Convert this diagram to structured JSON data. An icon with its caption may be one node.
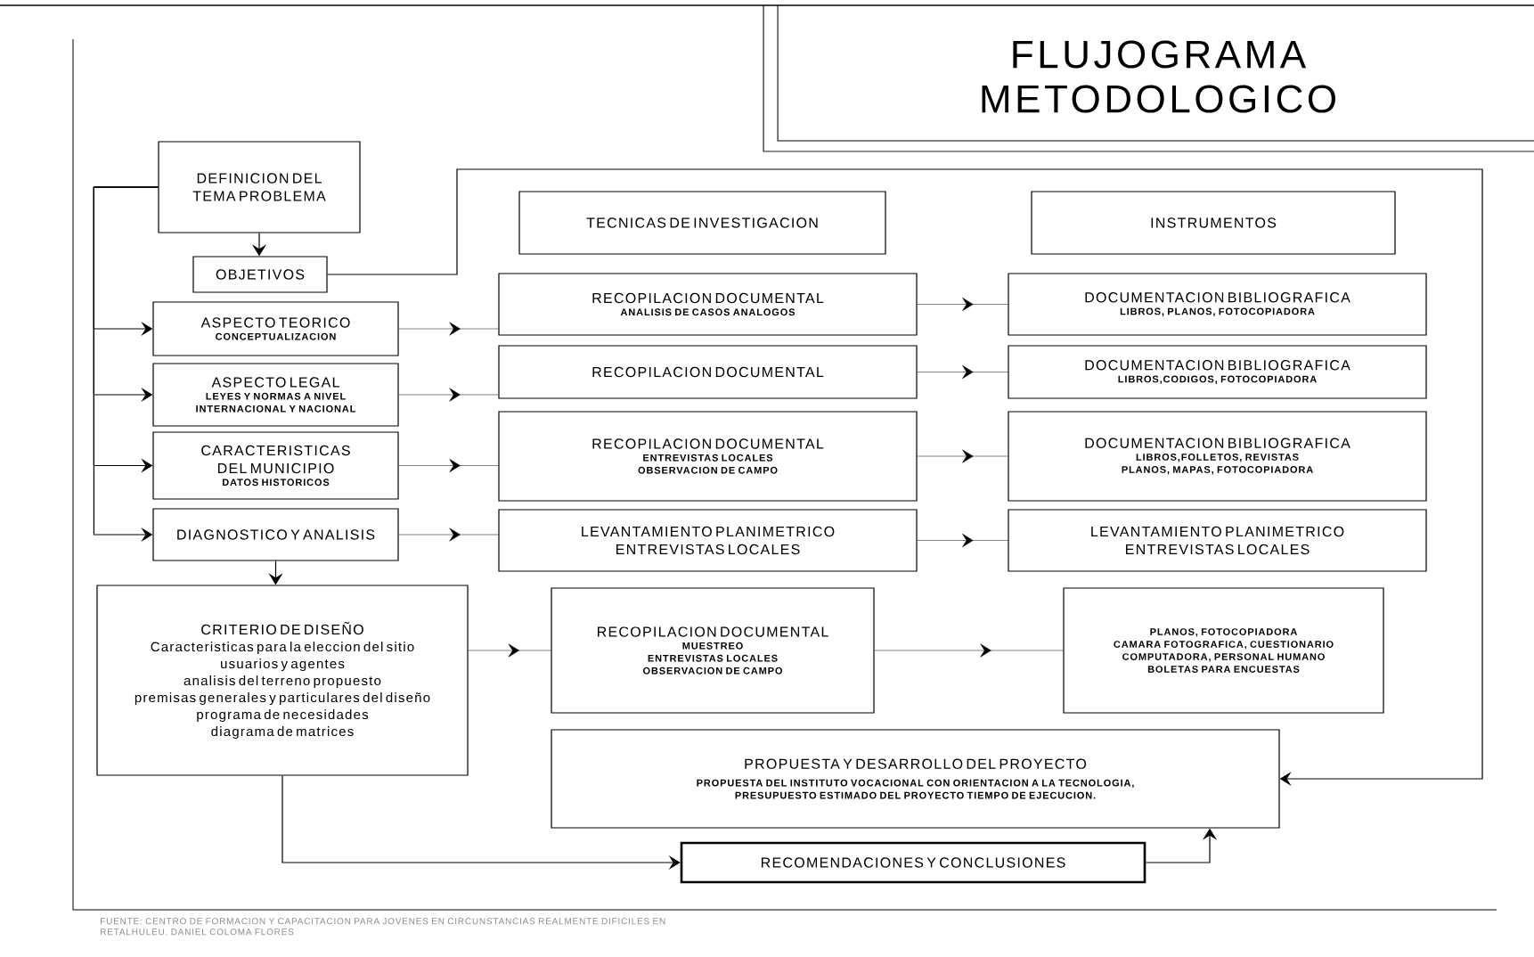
{
  "diagram": {
    "title": "FLUJOGRAMA METODOLOGICO",
    "nodes": [
      {
        "text": [
          "DEFINICION DEL TEMA PROBLEMA"
        ]
      },
      {
        "text": [
          "OBJETIVOS"
        ]
      },
      {
        "text": [
          "TECNICAS DE INVESTIGACION"
        ]
      },
      {
        "text": [
          "INSTRUMENTOS"
        ]
      },
      {
        "text": [
          "ASPECTO TEORICO",
          "CONCEPTUALIZACION"
        ]
      },
      {
        "text": [
          "RECOPILACION DOCUMENTAL",
          "ANALISIS DE CASOS ANALOGOS"
        ]
      },
      {
        "text": [
          "DOCUMENTACION BIBLIOGRAFICA",
          "LIBROS, PLANOS, FOTOCOPIADORA"
        ]
      },
      {
        "text": [
          "ASPECTO LEGAL",
          "LEYES Y NORMAS A NIVEL INTERNACIONAL Y NACIONAL"
        ]
      },
      {
        "text": [
          "RECOPILACION DOCUMENTAL"
        ]
      },
      {
        "text": [
          "DOCUMENTACION BIBLIOGRAFICA",
          "LIBROS,CODIGOS, FOTOCOPIADORA"
        ]
      },
      {
        "text": [
          "CARACTERISTICAS DEL MUNICIPIO",
          "DATOS HISTORICOS"
        ]
      },
      {
        "text": [
          "RECOPILACION DOCUMENTAL",
          "ENTREVISTAS LOCALES",
          "OBSERVACION DE CAMPO"
        ]
      },
      {
        "text": [
          "DOCUMENTACION BIBLIOGRAFICA",
          "LIBROS,FOLLETOS, REVISTAS",
          "PLANOS, MAPAS, FOTOCOPIADORA"
        ]
      },
      {
        "text": [
          "DIAGNOSTICO Y ANALISIS"
        ]
      },
      {
        "text": [
          "LEVANTAMIENTO PLANIMETRICO",
          "ENTREVISTAS LOCALES"
        ]
      },
      {
        "text": [
          "LEVANTAMIENTO PLANIMETRICO",
          "ENTREVISTAS LOCALES"
        ]
      },
      {
        "text": [
          "CRITERIO DE DISEÑO",
          "Caracteristicas para la eleccion del sitio",
          "usuarios y agentes",
          "analisis del terreno propuesto",
          "premisas generales y particulares del diseño",
          "programa de necesidades",
          "diagrama de matrices"
        ]
      },
      {
        "text": [
          "RECOPILACION DOCUMENTAL",
          "MUESTREO",
          "ENTREVISTAS LOCALES",
          "OBSERVACION DE CAMPO"
        ]
      },
      {
        "text": [
          "PLANOS, FOTOCOPIADORA",
          "CAMARA FOTOGRAFICA, CUESTIONARIO",
          "COMPUTADORA, PERSONAL HUMANO",
          "BOLETAS PARA ENCUESTAS"
        ]
      },
      {
        "text": [
          "PROPUESTA Y DESARROLLO DEL PROYECTO",
          "PROPUESTA DEL INSTITUTO VOCACIONAL CON ORIENTACION A LA TECNOLOGIA, PRESUPUESTO ESTIMADO DEL PROYECTO TIEMPO DE EJECUCION."
        ]
      },
      {
        "text": [
          "RECOMENDACIONES Y CONCLUSIONES"
        ]
      }
    ],
    "edges": [
      {
        "from": 0,
        "to": 1,
        "arrow": "to"
      },
      {
        "from": 0,
        "to": 4,
        "arrow": "to"
      },
      {
        "from": 0,
        "to": 7,
        "arrow": "to"
      },
      {
        "from": 0,
        "to": 10,
        "arrow": "to"
      },
      {
        "from": 0,
        "to": 13,
        "arrow": "to"
      },
      {
        "from": 1,
        "to": 19,
        "arrow": "to"
      },
      {
        "from": 4,
        "to": 5,
        "arrow": "to"
      },
      {
        "from": 5,
        "to": 6,
        "arrow": "to"
      },
      {
        "from": 7,
        "to": 8,
        "arrow": "to"
      },
      {
        "from": 8,
        "to": 9,
        "arrow": "to"
      },
      {
        "from": 10,
        "to": 11,
        "arrow": "to"
      },
      {
        "from": 11,
        "to": 12,
        "arrow": "to"
      },
      {
        "from": 13,
        "to": 14,
        "arrow": "to"
      },
      {
        "from": 14,
        "to": 15,
        "arrow": "to"
      },
      {
        "from": 16,
        "to": 17,
        "arrow": "to"
      },
      {
        "from": 17,
        "to": 18,
        "arrow": "to"
      },
      {
        "from": 13,
        "to": 16,
        "arrow": "to"
      },
      {
        "from": 16,
        "to": 20,
        "arrow": "to"
      },
      {
        "from": 20,
        "to": 19,
        "arrow": "to"
      }
    ],
    "labels": [
      "FUENTE: CENTRO DE FORMACION Y CAPACITACION PARA JOVENES EN CIRCUNSTANCIAS REALMENTE DIFICILES EN RETALHULEU. DANIEL COLOMA FLORES"
    ]
  }
}
